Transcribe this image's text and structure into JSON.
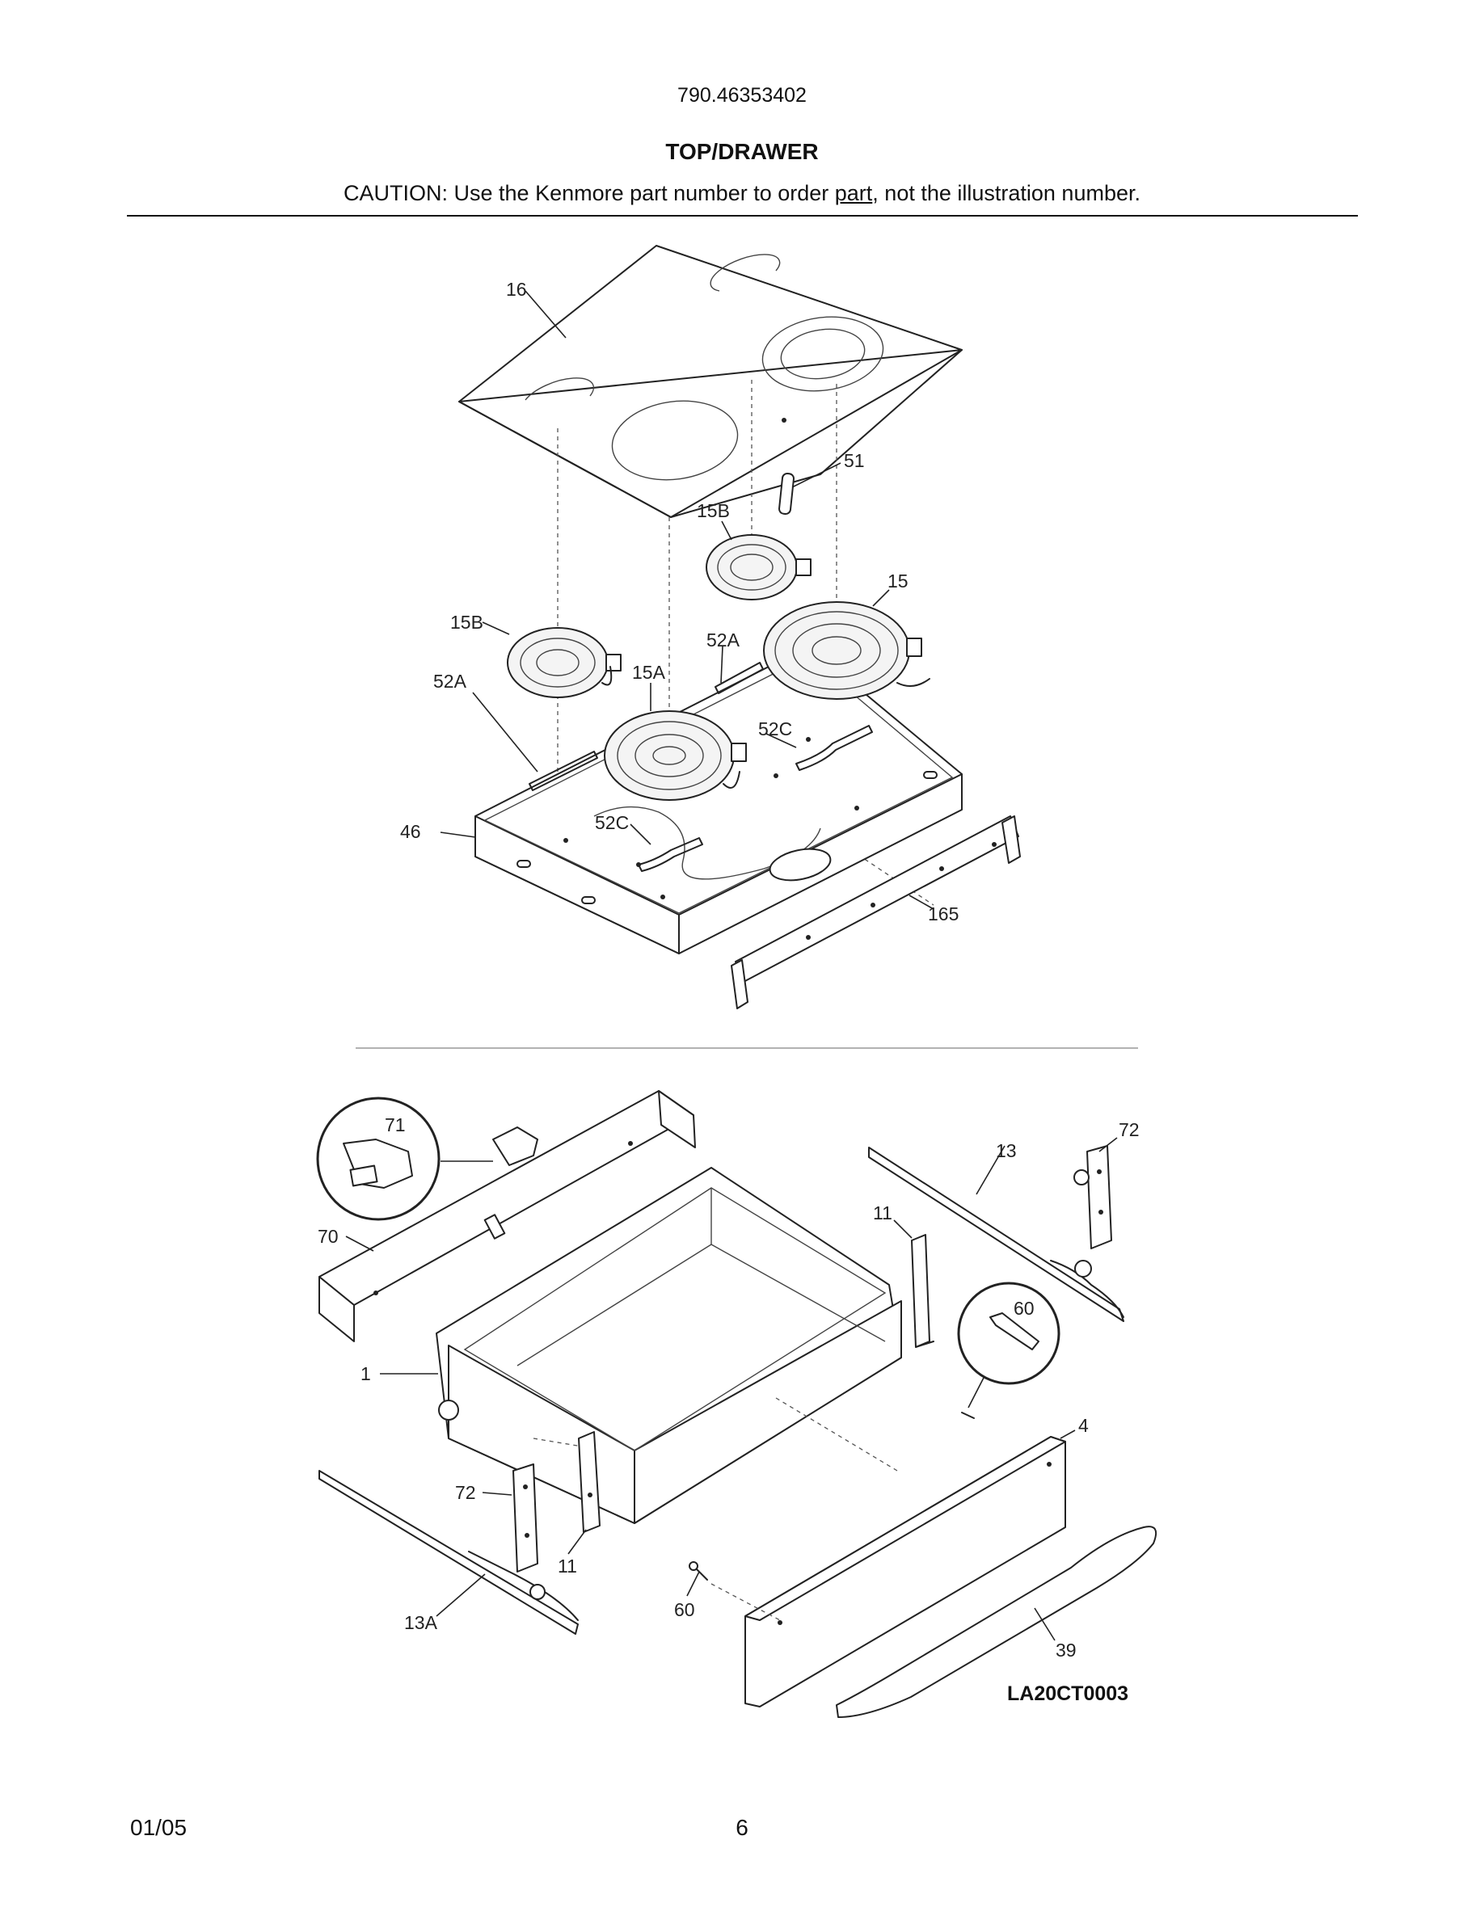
{
  "header": {
    "model_number": "790.46353402",
    "section_title": "TOP/DRAWER",
    "caution_before": "CAUTION: Use the Kenmore part number to order ",
    "caution_underlined": "part",
    "caution_after": ", not the illustration number."
  },
  "diagram": {
    "illustration_code": "LA20CT0003",
    "callouts": {
      "c16": "16",
      "c51": "51",
      "c15b_top": "15B",
      "c15": "15",
      "c15b_left": "15B",
      "c52a_right": "52A",
      "c52a_left": "52A",
      "c15a": "15A",
      "c52c_right": "52C",
      "c46": "46",
      "c52c_left": "52C",
      "c165": "165",
      "c71": "71",
      "c70": "70",
      "c13": "13",
      "c72_right": "72",
      "c11_right": "11",
      "c60_right": "60",
      "c1": "1",
      "c4": "4",
      "c72_left": "72",
      "c11_left": "11",
      "c13a": "13A",
      "c60_left": "60",
      "c39": "39"
    }
  },
  "footer": {
    "date": "01/05",
    "page_number": "6"
  }
}
